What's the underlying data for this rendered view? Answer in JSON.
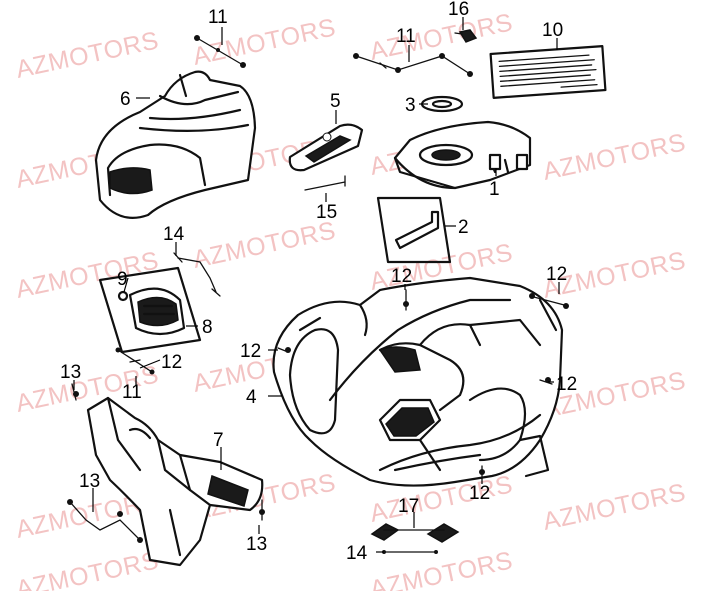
{
  "watermark": "AZMOTORS",
  "callouts": {
    "c1": "1",
    "c2": "2",
    "c3": "3",
    "c4": "4",
    "c5": "5",
    "c6": "6",
    "c7": "7",
    "c8": "8",
    "c9": "9",
    "c10": "10",
    "c11a": "11",
    "c11b": "11",
    "c11c": "11",
    "c12a": "12",
    "c12b": "12",
    "c12c": "12",
    "c12d": "12",
    "c12e": "12",
    "c12f": "12",
    "c13a": "13",
    "c13b": "13",
    "c13c": "13",
    "c14a": "14",
    "c14b": "14",
    "c15": "15",
    "c16": "16",
    "c17": "17"
  },
  "colors": {
    "watermark": "#f3c3c3",
    "ink": "#111111",
    "background": "#ffffff"
  }
}
